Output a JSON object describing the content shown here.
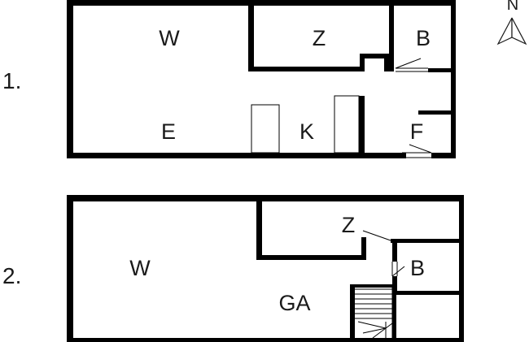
{
  "compass": {
    "label": "N",
    "icon": "north-arrow-icon"
  },
  "floors": [
    {
      "label": "1.",
      "rooms": [
        "W",
        "Z",
        "B",
        "E",
        "K",
        "F"
      ]
    },
    {
      "label": "2.",
      "rooms": [
        "W",
        "Z",
        "B",
        "GA"
      ]
    }
  ],
  "colors": {
    "wall": "#000000",
    "background": "#ffffff",
    "text": "#1a1a1a"
  }
}
